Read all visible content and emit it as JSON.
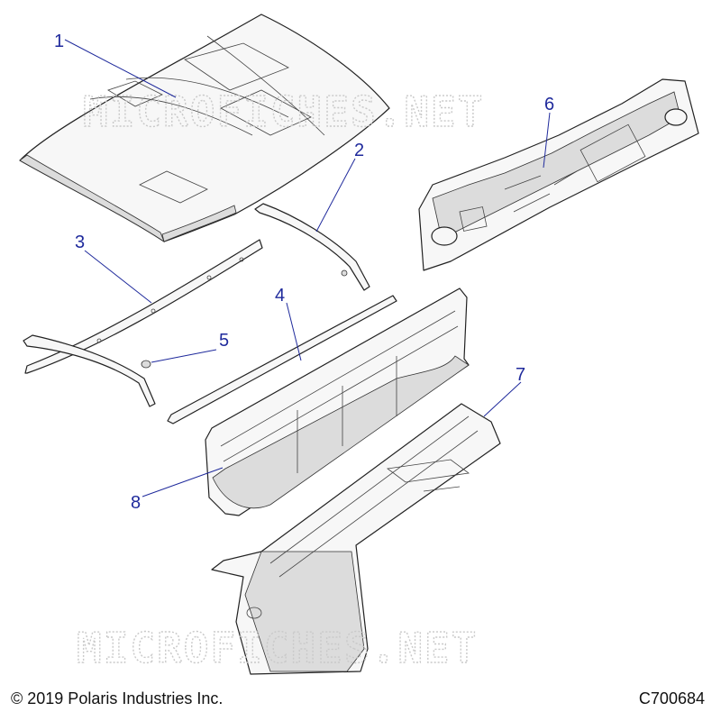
{
  "watermark": "MICROFICHES.NET",
  "callouts": [
    {
      "id": "1",
      "label": "1"
    },
    {
      "id": "2",
      "label": "2"
    },
    {
      "id": "3",
      "label": "3"
    },
    {
      "id": "4",
      "label": "4"
    },
    {
      "id": "5",
      "label": "5"
    },
    {
      "id": "6",
      "label": "6"
    },
    {
      "id": "7",
      "label": "7"
    },
    {
      "id": "8",
      "label": "8"
    }
  ],
  "footer": {
    "copyright": "© 2019 Polaris Industries Inc.",
    "drawing_code": "C700684"
  },
  "colors": {
    "callout": "#1f2a9c",
    "outline": "#222222",
    "watermark": "#c9c9c9"
  }
}
